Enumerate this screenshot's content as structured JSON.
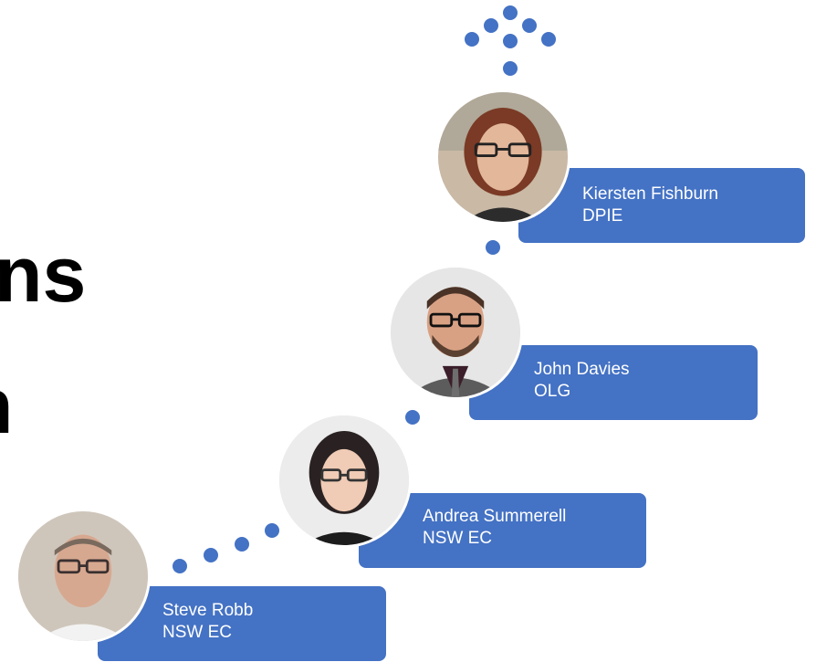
{
  "heading": {
    "line1_fragment": "ns",
    "line2_fragment": "n"
  },
  "people": [
    {
      "name": "Kiersten Fishburn",
      "org": "DPIE"
    },
    {
      "name": "John Davies",
      "org": "OLG"
    },
    {
      "name": "Andrea Summerell",
      "org": "NSW EC"
    },
    {
      "name": "Steve Robb",
      "org": "NSW EC"
    }
  ],
  "colors": {
    "accent": "#4472C4",
    "text_on_accent": "#FFFFFF",
    "heading": "#000000"
  },
  "icons": [
    "avatar-photo"
  ]
}
